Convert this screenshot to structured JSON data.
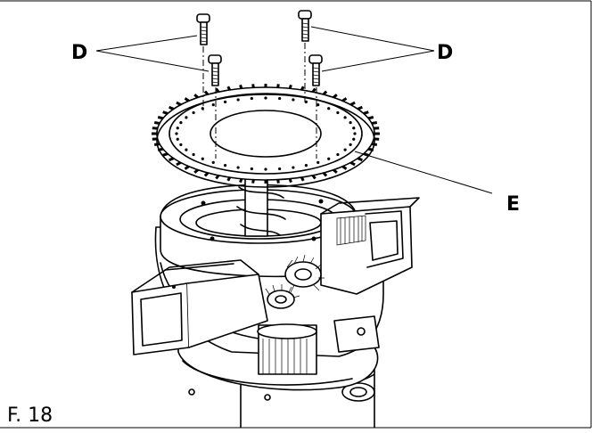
{
  "figure": {
    "label": "F. 18",
    "callouts": {
      "screws": "D",
      "screws_right": "D",
      "gear_ring": "E"
    }
  }
}
